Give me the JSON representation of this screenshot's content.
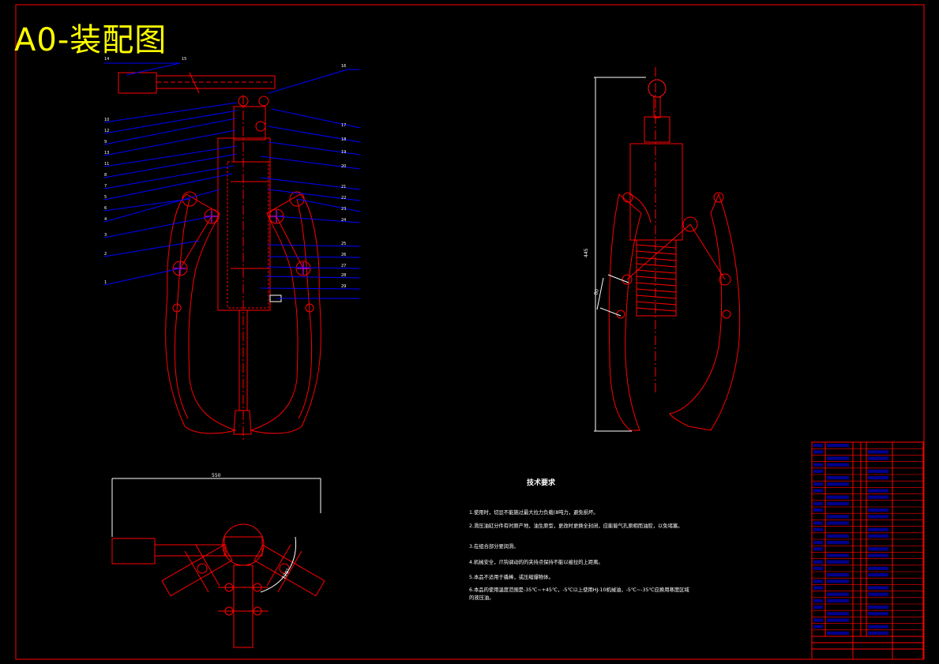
{
  "drawing": {
    "title": "A0-装配图",
    "colors": {
      "background": "#000000",
      "part_line": "#ff0000",
      "leader_line": "#0000ff",
      "dimension_line": "#ffffff",
      "title_text": "#ffff00",
      "border": "#ff0000"
    }
  },
  "callouts": {
    "left": [
      "14",
      "15",
      "10",
      "12",
      "9",
      "13",
      "11",
      "8",
      "7",
      "5",
      "6",
      "4",
      "3",
      "2",
      "1"
    ],
    "right": [
      "16",
      "17",
      "18",
      "19",
      "20",
      "21",
      "22",
      "23",
      "24",
      "25",
      "26",
      "27",
      "28",
      "29"
    ]
  },
  "dimensions": {
    "side_height": "445",
    "side_small": "80",
    "bottom_width": "550",
    "bottom_angle": "120°"
  },
  "technical_requirements": {
    "heading": "技术要求",
    "items": [
      "1.使用时，切忌不能施过最大拉力负载(8吨力，避免损坏。",
      "2.滑压油缸分件有时原产地，油生原型，更改时更换全封闭，应能能气孔原相而油腔，以免堵塞。",
      "3.在组合部分要润滑。",
      "4.机械安全，爪钩调动的的夹持点保持不能以被拉的上距离。",
      "5.本品不适用于撬棒，或压缩爆物体。",
      "6.本品的使用温度范围是-35℃~+45℃，-5℃以上使用HJ-10机械油，-5℃~-35℃应换用寒度区域的液压油。"
    ]
  }
}
